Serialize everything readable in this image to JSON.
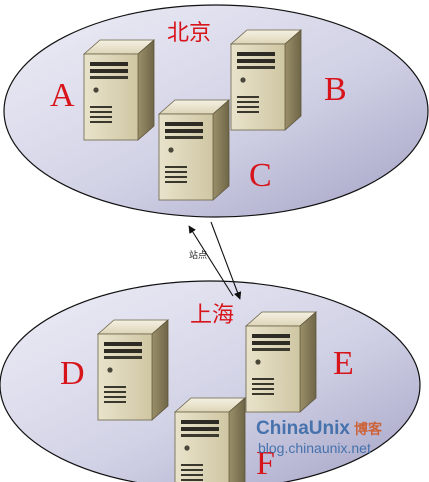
{
  "regions": {
    "beijing": {
      "label": "北京"
    },
    "shanghai": {
      "label": "上海"
    }
  },
  "servers": {
    "a": {
      "label": "A"
    },
    "b": {
      "label": "B"
    },
    "c": {
      "label": "C"
    },
    "d": {
      "label": "D"
    },
    "e": {
      "label": "E"
    },
    "f": {
      "label": "F"
    }
  },
  "link": {
    "label": "站点"
  },
  "watermark": {
    "brand_part1": "ChinaUnix",
    "brand_part2": "博客",
    "url": "blog.chinaunix.net"
  },
  "colors": {
    "ellipse_fill_light": "#e8e8f4",
    "ellipse_fill_dark": "#aaaacb",
    "label_red": "#d8141b",
    "server_body": "#d8d1b6",
    "server_side": "#8a7f5c",
    "server_front": "#bfb692",
    "watermark_blue": "#3a6aa8"
  },
  "icons": [
    "tower-server-icon",
    "double-arrow-link-icon"
  ]
}
